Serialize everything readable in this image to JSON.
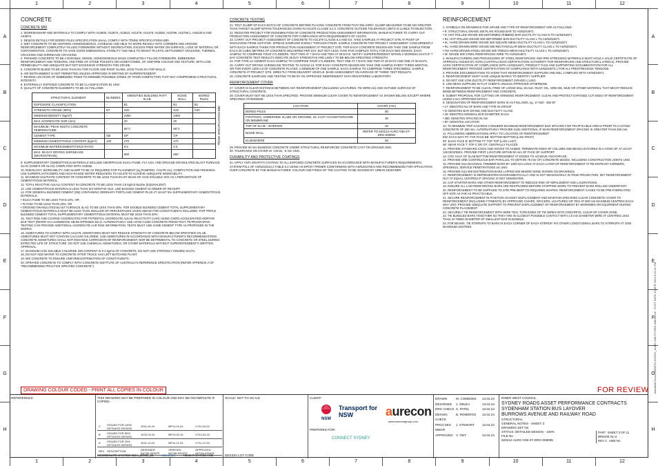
{
  "grid": {
    "columns": [
      "1",
      "2",
      "3",
      "4",
      "5",
      "6",
      "7",
      "8",
      "9",
      "10",
      "11",
      "12"
    ],
    "rows": [
      "A",
      "B",
      "C",
      "D",
      "E",
      "F",
      "G",
      "H"
    ]
  },
  "concrete": {
    "title": "CONCRETE",
    "mix_heading": "CONCRETE MIX",
    "notes_a": [
      "1.  WORKMANSHIP AND MATERIALS TO COMPLY WITH AS3600, AS2870, AS3610, AS1379, AS1478, AS2082, AS3799, AS2758.1, AS5100.5 AND AS3972.",
      "2.  DESIGN DETAILS FOR BORED PILES SPECIFICATION SHALL COMPLY WITH TfNSW SPECIFICATIONS B80.",
      "3.  WET CONCRETE TO BE UNIFORM, HOMOGENEOUS, COHESIVE AND ABLE TO WORK READILY INTO CORNERS AND AROUND REINFORCEMENT COMPLETELY FILLING FORMWORK WITHOUT SEGREGATION, EXCESS FREE WATER ON SURFACE, LOSS OF MATERIAL OR CONTAMINATION. CONCRETE TO HAVE GOOD DIMENSIONAL STABILITY AND ABLE TO RESIST PLASTIC SETTLEMENT CRACKING, THERMAL CRACKING AND SHRINKAGE CRACKING.",
      "4.  FINISHED CONCRETE TO BE A DURABLE, DENSE, HOMOGENEOUS MASS COMPLETELY FILLING FORMWORK, EMBEDDING REINFORCEMENT AND TENDONS, AND FREE OF STONE POCKETS OR HONEYCOMBS, OF UNIFORM COLOUR AND TEXTURE, WITH LOW PERMEABILITY AND ADEQUATE BUT NOT EXCESSIVE STRENGTH FOR GRADE.",
      "5.  CONCRETE BLEED TO BE LESS THAN 5% FOR FLOOR AND ROOF SLABS, LESS THAN 2% FOR WALLS.",
      "6.  AIR ENTRAINMENT IS NOT PERMITTED UNLESS APPROVED IN WRITING BY SUPERINTENDENT.",
      "7.  REVIEW LOCATION OF EMBEDDED ITEMS TO MINIMIZE POSSIBLE ZONES OF POOR COMPACTION THAT MAY COMPROMISE STRUCTURAL INTEGRITY.",
      "8.  EXTERNALLY EXPOSED CONCRETE TO BE CLASSIFICATION B1 UNO.",
      "9.  QUALITY OF CONCRETE ELEMENTS TO BE AS FOLLOWS:"
    ],
    "table": {
      "headers": [
        "STRUCTURAL ELEMENT",
        "BLINDING",
        "AMENITIES BUILDING RAFT SLAB",
        "NOISE WALL",
        "BORED PILES"
      ],
      "rows": [
        [
          "EXPOSURE CLASSIFICATION",
          "-",
          "B1",
          "B1",
          "B1"
        ],
        [
          "STRENGTH GRADE (MPa)",
          "N7",
          "S32",
          "S32",
          "S40"
        ],
        [
          "MINIMUM DENSITY (kg/m³)",
          "-",
          "2350",
          "2350",
          ""
        ],
        [
          "MAX AGGREGATE SIZE (mm)",
          "-",
          "20",
          "20",
          ""
        ],
        [
          "MAXIMUM / PEAK INSITU CONCRETE TEMPERATURE",
          "-",
          "65°C",
          "65°C",
          ""
        ],
        [
          "CEMENT TYPE",
          "GB",
          "GP",
          "GP",
          ""
        ],
        [
          "MINIMUM CEMENTITIOUS CONTENT (kg/m³)",
          "100",
          "270",
          "270",
          ""
        ],
        [
          "MAXIMUM WATER/CEMENTITIOUS RATIO",
          "-",
          "0.5",
          "0.5",
          ""
        ],
        [
          "MAX. 56 DAY DRYING SHRINKAGE (MICROSTRAIN)",
          "-",
          "650",
          "650",
          ""
        ]
      ],
      "side_note": "TfNSW SPECIFICATION B80"
    },
    "notes_b": [
      "9.  SUPPLEMENTARY CEMENTITIOUS MATERIALS INCLUDE AMORPHOUS SILICA FUME, FLY ASH, AND GROUND GRANULATED BLAST FURNACE SLAG (GGBFS OR SLAG) COMPLYING WITH AS3582.",
      "10. RHEOLOGY, WORKABILITY AND SLUMP TO BE AS REQUIRED FOR PLACEMENT (eg PUMPING, CHUTE etc), COMPACTION AND FINISHING. USE SUPERPLASTICISERS AND HIGH RANGE WATER REDUCERS TO AS1478 TO ACHIEVE ADEQUATE WORKABILITY.",
      "11. MAXIMUM SULPHATE CONTENT OF CONCRETE TO BE LESS THAN 5% BY MASS OF ACID SOLUBLE SO3 AS A PERCENTAGE OF CEMENTITIOUS MATERIAL.",
      "12. TOTAL REACTIVE ALKALI CONTENT IN CONCRETE TO BE LESS THAN 2.8 kg/m3 Na2Oe (EQUIVALENT).",
      "13. USE CEMENTITIOUS MATERIALS LESS THAN SIX MONTHS OLD. USE BAGGED CEMENT IN ORDER OF RECEIPT.",
      "14. FOR GENERAL BLENDED CEMENT (GB) CONTAINING ORDINARY PORTLAND CEMENT PLUS AT LEAST 5% SUPPLEMENTARY CEMENTITIOUS MATERIALS:",
      "  •  SILICA FUME TO BE LESS THAN 10%, OR",
      "  •  FLYASH TO BE LESS THAN 25%, OR",
      "  •  GROUND GRANULATED BLAST FURNACE SLAG TO BE LESS THAN 40%. FOR DOUBLE BLENDED CEMENT TOTAL SUPPLEMENTARY CEMENTITIOUS MATERIALS MUST BE LESS THAN SMALLER OF PERCENTAGES GIVEN ABOVE FOR CONSTITUENTS INCLUDED. FOR TRIPLE BLENDED CEMENT TOTAL SUPPLEMENTARY CEMENTITIOUS MATERIAL MUST BE LESS THAN 40%.",
      "15. TEST FINE AND COARSE AGGREGATES FOR POTENTIAL AGGREGATE ALKALI REACTIVITY (AAR) USING CSIRO ACCELERATED MORTAR BAR TEST (REFER SAA HANDBOOK HB-69 APPENDIX B3.2). ALTERNATIVELY USE ASTM C1293 CONCRETE PRISM TEST. PETROGRAPHIC TESTING CAN PROVIDE ADDITIONAL AGGREGATE AAR RISK INFORMATION. TESTS MUST USE SAME CEMENT TYPE AS PROPOSED IN THE WORKS.",
      "16. ADMIXTURES TO COMPLY WITH AS1478. ADMIXTURES MUST NOT REDUCE STRENGTH OF CONCRETE BELOW SPECIFIED VALUE. ADMIXTURES MUST NOT CONTAIN CALCIUM CHLORIDE. USE ADMIXTURES IN ACCORDANCE WITH MANUFACTURER'S RECOMMENDATIONS. CONCRETE ADMIXTURES SHALL NOT ENHANCE CORROSION OF REINFORCEMENT, NOR BE DETRIMENTAL TO CONCRETE OR STEEL DURING EXPECTED LIFE OF STRUCTURE. DO NOT USE CHEMICAL ADMIXTURES, OR OTHER MATERIALS WITHOUT SUPERINTENDENT'S WRITTEN APPROVAL.",
      "17. MAXIMUM ACID SOLUBLE CHLORIDE ION CONTENT IS 0.4 kg/m3 OF CONCRETE. DO NOT USE STRONGLY IONIZED SALTS.",
      "18. DO NOT ADD WATER TO CONCRETE AFTER TRUCK HAS LEFT BATCHING PLANT.",
      "19. MIX CONCRETE TO ENSURE UNIFORM DISTRIBUTION OF CONSTITUENTS.",
      "20. SPRAYED CONCRETE TO COMPLY WITH CONCRETE INSTITUTE OF AUSTRALIA'S REFERENCE SPECIFICATION (REFER APPENDIX A OF \"RECOMMENDED PRACTICE SPRAYED CONCRETE\")."
    ],
    "testing_heading": "CONCRETE TESTING",
    "testing": [
      "21. TEST SLUMP OF EACH BATCH OF CONCRETE BEFORE PLACING CONCRETE FROM THAT DELIVERY. SLUMP MEASURED TO BE NO GREATER THAN TARGET SLUMP WITHIN TOLERANCES GIVEN IN AS1379 CLAUSE 5.2.3. CONCRETE OUTSIDE TOLERANCE LIMITS IS LIABLE TO REJECTION.",
      "22. REGISTER PROJECT FOR DISSEMINATION OF CONCRETE PRODUCTION ASSESSMENT INFORMATION. MANUFACTURER TO CARRY OUT PRODUCTION ASSESSMENT OF CONCRETE FOR COMPLIANCE WITH REQUIREMENTS OF AS1379.",
      "23. CARRY OUT PROJECT ASSESSMENT OF CONCRETE TO AS1379 CLAUSE 6.4 AND 6.5. TAKE SAMPLES AT PROJECT SITE AT POINT OF DISCHARGE FROM AGITATOR. SPREAD SAMPLING EVENLY THROUGH POUR. SAMPLE CONCRETE FOR PROJECT ASSESSMENT CONCURRENTLY WITH EACH SAMPLE TAKEN FOR PRODUCTION ASSESSMENT AT PROJECT SITE. FOR EACH CONCRETE DESIGN MIX TAKE ONE SAMPLE FROM EACH 25 CUBIC METRES OF CONCRETE DELIVERED PER DAY, BUT NOT LESS THAN FIVE SAMPLES TOTAL FOR EACH MIX DESIGN. EACH SAMPLE TO COMPRISE FOUR CYLINDERS. TEST TWO AT 7 DAYS AND TWO AT 28 DAYS. NOTIFY SUPERINTENDENT WITHIN 2 WORKING DAYS IF 7 DAY CONCRETE TEST RESULTS INDICATE 28 DAY STRENGTHS ARE LIKELY TO BE BELOW SPECIFIED STRENGTH.",
      "24. FOR TYPE LH CEMENT EACH SAMPLE TO COMPRISE FOUR CYLINDERS. TEST ONE AT 7 DAYS AND TWO AT 28 DAYS AND ONE AT 56 DAYS.",
      "25. CARRY OUT DRYING SHRINKAGE TESTING TO AS1012.13. FOR EACH CONCRETE DESIGN MIX TAKE ONE SAMPLE EVERY THREE MONTHS, OR FOR EVERY 1000 m3 OF CONCRETE PLACED. A MINIMUM OF ONE SAMPLE. EACH SAMPLE TO COMPRISE THREE SPECIMENS. SAMPLE CONCRETE AT PROJECT SITE, DIRECTLY FROM DELIVERY VEHICLE. BASE ASSESSMENT ON AVERAGE OF THREE TEST RESULTS.",
      "26. CONCRETE SAMPLING AND TESTING TO BE BY AN APPROVED INDEPENDENT NATA REGISTERED LABORATORY."
    ],
    "cover_heading": "REINFORCEMENT COVER",
    "cover": [
      "27. COVER IS CLEAR DISTANCE BETWEEN ANY REINFORCEMENT (INCLUDING LIGATURES, TIE WIRE etc) AND OUTSIDE SURFACE OF STRUCTURAL CONCRETE.",
      "28. COVER MUST NOT BE LESS THAN SPECIFIED. PROVIDE MINIMUM CLEAR COVER TO REINFORCEMENT AS SHOWN BELOW, EXCEPT WHERE SPECIFIED OTHERWISE:"
    ],
    "cover_table": {
      "headers": [
        "LOCATION",
        "COVER (mm)"
      ],
      "rows": [
        [
          "BORED PILES",
          "80"
        ],
        [
          "FOOTINGS, UNDERSIDE SLABS ON GROUND, etc CAST AGAINSTGROUND ON MEMBRANE",
          "30"
        ],
        [
          "TOP OF SLAB - INTERIOR",
          "20"
        ],
        [
          "NOISE WALL",
          "REFER TO 520212-AURC-038-ST-DRG-008002"
        ],
        [
          "ELSEWHERE",
          "50"
        ]
      ]
    },
    "cover_after": [
      "29. PROVIDE 50 mm BLINDING CONCRETE UNDER STRUCTURAL REINFORCED CONCRETE CAST ON GROUND UNO.",
      "30. TOLERANCE ON COVER IS +10mm, -5 mm UNO."
    ],
    "durability_heading": "DURABILITY AND PROTECTIVE COATINGS",
    "durability": [
      "31. APPLY ANTI-GRAFFITI COATING TO ALL EXPOSED CONCRETE SURFACES IN ACCORDANCE WITH MANUFACTURER'S REQUIREMENTS. SYSTEM PSL1 OF AS/NZS2312.2 TABLE 6.3 USING AN EPOXY PRIMER CONFORMING WITH AS/NZS3750.9 AND RECOMMENDED FOR APPLICATION OVER CONCRETE BY THE MANUFACTURER. COLOUR AND FINISH OF THE COATING TO BE ADVISED BY URBAN DESIGNER."
    ]
  },
  "reinforcement": {
    "title": "REINFORCEMENT",
    "notes": [
      "1.  SYMBOLS ON DRAWINGS FOR GRADE AND TYPE OF REINFORCEMENT ARE AS FOLLOWS:",
      "    •  R:    STRUCTURAL GRADE 250 PLAIN ROUND BAR TO AS/NZS4671",
      "    •  N:    HOT ROLLED GRADE 500 DEFORMED (RIBBED) BAR DUCTILITY CLASS N TO AS/NZS4671",
      "    •  RL:   HOT ROLLED GRADE 500 DEFORMED BAR DUCTILITY CLASS L TO AS/NZS4671",
      "    •  SL:   HARD DRAWN WIRE GRADE 500 SQUARE MESH DUCTILITY CLASS L TO AS/NZS4671",
      "    •  RL:   HARD DRAWN WIRE GRADE 500 RECTANGULAR MESH DUCTILITY CLASS L TO AS/NZS4671",
      "    •  TM:   HARD DRAWN STEEL GRADE 500 TRENCH MESH DUCTILITY CLASS L TO AS/NZS4671",
      "    •  W:    GRADE 500 STEEL REINFORCING WIRE TO AS/NZS4671",
      "2.  MANUFACTURERS AND PROCESSORS OF STEEL REINFORCING AND PRE-STRESSING MATERIALS MUST HOLD A VALID CERTIFICATE OF APPROVAL ISSUED BY ACRS (AUSTRALASIAN CERTIFICATION AUTHORITY FOR REINFORCING AND STRUCTURAL STEELS). PROVIDE ACRS CERTIFICATION OF COMPLIANCE WITH AS/NZS4671, PRODUCT TAGS AND SUPPORTING DOCUMENTATION FOR ALL REINFORCEMENT. PROVIDE CERTIFICATION OF COMPLIANCE WITH AS/NZS4672.1 FOR ALL PRESTRESSING TENDONS.",
      "3.  PROVIDE DOCUMENTATION TO SHOW THAT REINFORCEMENT SUPPLIER AND MILL COMPLIES WITH AS/NZS4671.",
      "4.  REINFORCEMENT MUST HAVE UNIQUE MARKS TO IDENTIFY SUPPLIER.",
      "5.  DO NOT USE LOW DUCTILITY REINFORCEMENT (GRADE L) UNO.",
      "6.  USE MESH SUPPLIED IN FLAT SHEETS UNLESS APPROVED OTHERWISE.",
      "7.  REINFORCEMENT TO BE CLEAN, FREE OF LOOSE MILL SCALE, RUST, OIL, GREASE, MUD OR OTHER MATERIAL THAT MIGHT REDUCE BOND BETWEEN REINFORCEMENT AND CONCRETE.",
      "8.  SUBMIT PROPOSAL FOR CUTTING OR GRINDING REINFORCEMENT. CLEAN AND PROTECT EXPOSED CUT ENDS OF REINFORCEMENT USING 6 mm APPROVED EPOXY.",
      "9.  DESIGNATION OF REINFORCEMENT BARS IS AS FOLLOWS, eg. 17 N20 - 350 EF",
      "    •  17:   DENOTES No OF BARS AND TYPE IN GROUP",
      "    •  N:    DENOTES BAR GRADE AND DUCTILITY CLASS",
      "    •  20:   DENOTES NOMINAL BAR DIAMETER IN mm",
      "    •  350:  DENOTES SPACING IN mm",
      "    •  EF:   DENOTES LOCATION",
      "10. TO MINIMIZE TRIP HAZARDS CONSIDER MAXIMUM REINFORCEMENT BAR SPACING FOR TRAFFICABLE AREAS PRIOR TO CASTING CONCRETE OF 250 mm. ALTERNATIVELY PROVIDE SL82 ADDITIONAL IF MAIN REINFORCEMENT SPACING IS GREATER THAN 250 mm.",
      "11. FOLLOWING ABBREVIATIONS APPLY TO LOCATION OF REINFORCEMENT:",
      "    EW:  EACH WAY          FF:  FAR FACE          BB:  BOTTOM BOTTOM (LAID FIRST)",
      "    EF:  EACH FACE         B:   BOTTOM            TT:  TOP TOP (LAID LAST)",
      "    NF:  NEAR FACE         T:   TOP C OR          CP:  CENTRALLY PLACED",
      "12. PROVIDE STANDARD COGS AND HOOKS TO AS3600. TERMINATE ENDS OF COLUMN AND BEAM LIGATURES IN A HOOK OF AT LEAST 135 DEGREES. PROVIDE FIRST LIGATURE WITHIN 50 mm OF FACE OF SUPPORT.",
      "13. COG HALF OF SLAB BOTTOM REINFORCEMENT AT EDGES TO ACHIEVE ANCHORAGE.",
      "14. PROVIDE ONE CONTINUOUS BAR PARALLEL TO (WITHIN 75 mm OF) CONCRETE EDGES, INCLUDING CONSTRUCTION JOINTS UNO.",
      "15. PROVIDE N12 DIAGONAL TRIMMER BARS BY 1000 mm LONG AT EACH LAYER OF REINFORCEMENT AT RE-ENTRANT CORNERS, OPENINGS, SERVICE PENETRATIONS etc UNO.",
      "16. PROVIDE N12-300 DISTRIBUTION BARS LAPPED 500 WHERE NONE SHOWN ON DRAWINGS.",
      "17. REINFORCEMENT IS REPRESENTED DIAGRAMMATICALLY AND IS NOT NECESSARILY IN TRUE PROJECTION. SET REINFORCEMENT OUT AT EQUAL CENTRES IF SPACING IS NOT NOMINATED.",
      "18. CAP STARTER BARS AND OTHER REINFORCEMENT TO REDUCE RISK OF IMPALEMENT AND LACERATIONS.",
      "19. ENSURE ALL LAID REINFORCING BARS ARE RESTRAINED BEFORE STOPPING WORK TO PREVENT BARS ROLLING UNDERFOOT.",
      "20. REINFORCEMENT TO BE SUPPLIED TO SITE PRE-BENT TO REQUIRED SHAPES. REINFORCEMENT CAGES TO BE PRE-FABRICATED OFF-SITE AS FAR AS PRACTICABLE.",
      "21. SECURE REINFORCEMENT IN POSITION AGAINST DISPLACEMENT AND MAINTAIN SPECIFIED CLEAR CONCRETE COVER TO REINFORCEMENT (INCLUDING FITMENTS) BY APPROVED CHAIRS, SPACERS, LIGATURES OR TIES AT 600 mm MAXIMUM CENTRES EACH WAY UNO. PROVIDE ADEQUATE SUPPORT TO PREVENT DISPLACEMENT OF REINFORCEMENT BY WORKMEN OR EQUIPMENT DURING CONCRETE PLACEMENT.",
      "22. SECURELY TIE REINFORCEMENT WITH WIRE TIES. TURN ENDS OF TIE WIRES INTO CONCRETE, CLEAR OF COVER ZONE.",
      "23. TIE BUNDLED BARS TOGETHER SO THEY ARE IN CLOSEST POSSIBLE CONTACT WITH 2.5 mm DIAMETER WIRE AT CENTRES LESS THAN 24 TIMES DIAMETER OF SMALLEST BAR IN BUNDLE.",
      "24. FOR BEAMS, TIE STIRRUPS TO BARS IN EACH CORNER OF EACH STIRRUP. FIX OTHER LONGITUDINAL BARS TO STIRRUPS AT 1000 MAXIMUM CENTRES."
    ]
  },
  "drawing_colour_note": "DRAWING COLOUR CODED - PRINT ALL COPIES IN COLOUR",
  "for_review": "FOR REVIEW",
  "title_block": {
    "references_label": "REFERENCES:",
    "colour_warning": "THIS DRAWING MAY BE PREPARED IN COLOUR AND MAY BE INCOMPLETE IF COPIED.",
    "scale": "SCALE: NOT TO SCALE",
    "client_label": "CLIENT:",
    "prepared_for": "PREPARED FOR:",
    "connect_sydney": "CONNECT SYDNEY",
    "transport_text": "Transport for NSW",
    "nsw_text": "NSW",
    "aurecon": "aurecon",
    "aurecon_url": "www.aurecongroup.com",
    "revisions": [
      {
        "rev": "C",
        "desc": "ISSUED FOR 100% DETAILED DESIGN",
        "d1": "JD11.04.24",
        "d2": "MP11.04.24",
        "d3": "VT11.04.24"
      },
      {
        "rev": "B",
        "desc": "ISSUED FOR 80% DETAILED DESIGN",
        "d1": "JD13.02.24",
        "d2": "MP13.02.24",
        "d3": "VT13.02.24"
      },
      {
        "rev": "A",
        "desc": "ISSUED FOR 20% DETAILED DESIGN",
        "d1": "JD11.12.23",
        "d2": "MP11.12.23",
        "d3": "VT11.12.23"
      }
    ],
    "rev_headers": [
      "REV",
      "DESCRIPTION",
      "DESIGNER INITIALS/DATE",
      "VERIFIED INITIALS/DATE",
      "APPROVED INITIALS/DATE"
    ],
    "coord_system": "COORDINATE SYSTEM MGA_ZONE_56",
    "gda": "GDA2020",
    "height_datum": "HEIGHT DATUM   AHD",
    "design_lot": "DESIGN LOT CODE",
    "signoffs": [
      {
        "role": "DRAWN",
        "name": "M. COMEDES",
        "date": "13.02.24"
      },
      {
        "role": "DESIGNED",
        "name": "J. OBLEA",
        "date": "13.02.24"
      },
      {
        "role": "DRG CHECK",
        "name": "S. PATEL",
        "date": "13.02.24"
      },
      {
        "role": "DESIGN CHECK",
        "name": "B. ROMEROS",
        "date": "13.02.24"
      },
      {
        "role": "PROJ DES MNGR",
        "name": "J. STEWART",
        "date": "13.02.24"
      },
      {
        "role": "APPROVED",
        "name": "V. TIET",
        "date": "13.02.24"
      }
    ],
    "council": "INNER WEST COUNCIL",
    "project_line1": "SYDNEY ROADS ASSET PERFORMANCE CONTRACTS",
    "project_line2": "SYDENHAM STATION BUS LAYOVER",
    "project_line3": "BURROWS AVENUE AND RAILWAY ROAD",
    "discipline": "STRUCTURAL",
    "sheet_title": "GENERAL NOTES - SHEET 3",
    "drawing_set": "DRAWING SET No",
    "status": "STATUS: DETAILED DESIGN - 100%",
    "file_no": "FILE No",
    "drawing_no": "520212-AURC-038-ST-DRG-008005",
    "part_label": "PART",
    "sheet_label": "SHEET",
    "sheet_no": "3",
    "of_label": "OF",
    "sheet_total": "11",
    "bridge_no": "BRIDGE No",
    "bridge_val": "0",
    "rev_label": "REV",
    "rev_val": "C",
    "amd_label": "AMD No",
    "side_text": "Autodesk Docs://SRAPC1-520212_AURC-038-ST-DRG-008005.rvt · PLOT DATE 10 APR 2024 5:15:11 PM"
  },
  "colors": {
    "red": "#cc0000",
    "aurecon_orange": "#e85a1b",
    "nsw_red": "#d7153a",
    "nsw_blue": "#002664"
  }
}
